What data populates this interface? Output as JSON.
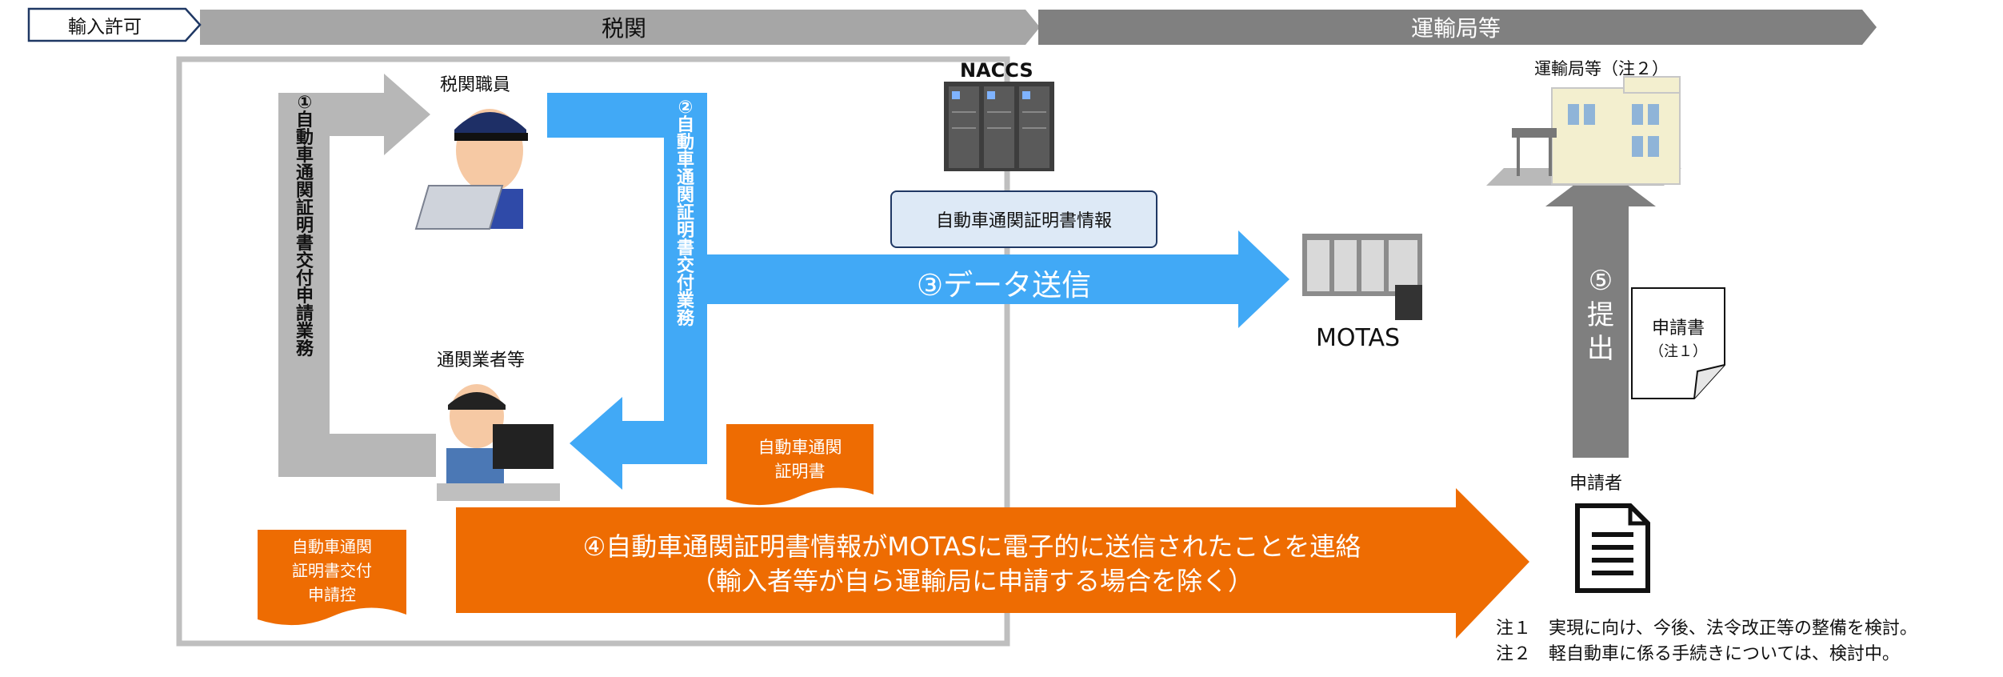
{
  "header": {
    "import_permit": "輸入許可",
    "customs": "税関",
    "transport_bureau": "運輸局等"
  },
  "nodes": {
    "customs_officer": "税関職員",
    "naccs": "NACCS",
    "broker": "通関業者等",
    "motas": "MOTAS",
    "transport_bureau": "運輸局等（注２）",
    "applicant": "申請者"
  },
  "flows": {
    "step1": "①自動車通関証明書交付申請業務",
    "step2": "②自動車通関証明書交付業務",
    "step3": "③データ送信",
    "step4_line1": "④自動車通関証明書情報がMOTASに電子的に送信されたことを連絡",
    "step4_line2": "（輸入者等が自ら運輸局に申請する場合を除く）",
    "step5": "⑤提出"
  },
  "documents": {
    "cert_info": "自動車通関証明書情報",
    "cert_line1": "自動車通関",
    "cert_line2": "証明書",
    "copy_line1": "自動車通関",
    "copy_line2": "証明書交付",
    "copy_line3": "申請控",
    "application_line1": "申請書",
    "application_line2": "（注１）"
  },
  "notes": [
    "注１　実現に向け、今後、法令改正等の整備を検討。",
    "注２　軽自動車に係る手続きについては、検討中。"
  ],
  "colors": {
    "gray_arrow": "#b5b5b5",
    "dark_gray_arrow": "#7f7f7f",
    "blue_arrow": "#42aaf5",
    "orange": "#ed6d00",
    "navy": "#1f3864",
    "info_box": "#dde9f6"
  }
}
